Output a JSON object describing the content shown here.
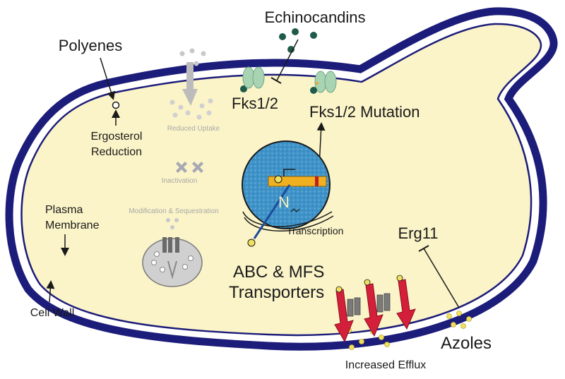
{
  "labels": {
    "echinocandins": "Echinocandins",
    "polyenes": "Polyenes",
    "fks": "Fks1/2",
    "fks_mutation": "Fks1/2 Mutation",
    "reduced_uptake": "Reduced Uptake",
    "ergosterol_1": "Ergosterol",
    "ergosterol_2": "Reduction",
    "inactivation": "Inactivation",
    "nucleus": "N",
    "modification": "Modification & Sequestration",
    "plasma_1": "Plasma",
    "plasma_2": "Membrane",
    "transcription": "Transcription",
    "erg11": "Erg11",
    "abc_1": "ABC & MFS",
    "abc_2": "Transporters",
    "cell_wall": "Cell Wall",
    "azoles": "Azoles",
    "increased_efflux": "Increased Efflux"
  },
  "colors": {
    "cell_wall": "#1c1c7a",
    "cytoplasm": "#fbf4c8",
    "nucleus": "#3a8fc4",
    "fks_protein": "#a9d4b4",
    "drug_dark": "#1f5a4a",
    "azole": "#f0e060",
    "efflux_arrow": "#d41f3a",
    "greyed": "#b5b5b5"
  }
}
